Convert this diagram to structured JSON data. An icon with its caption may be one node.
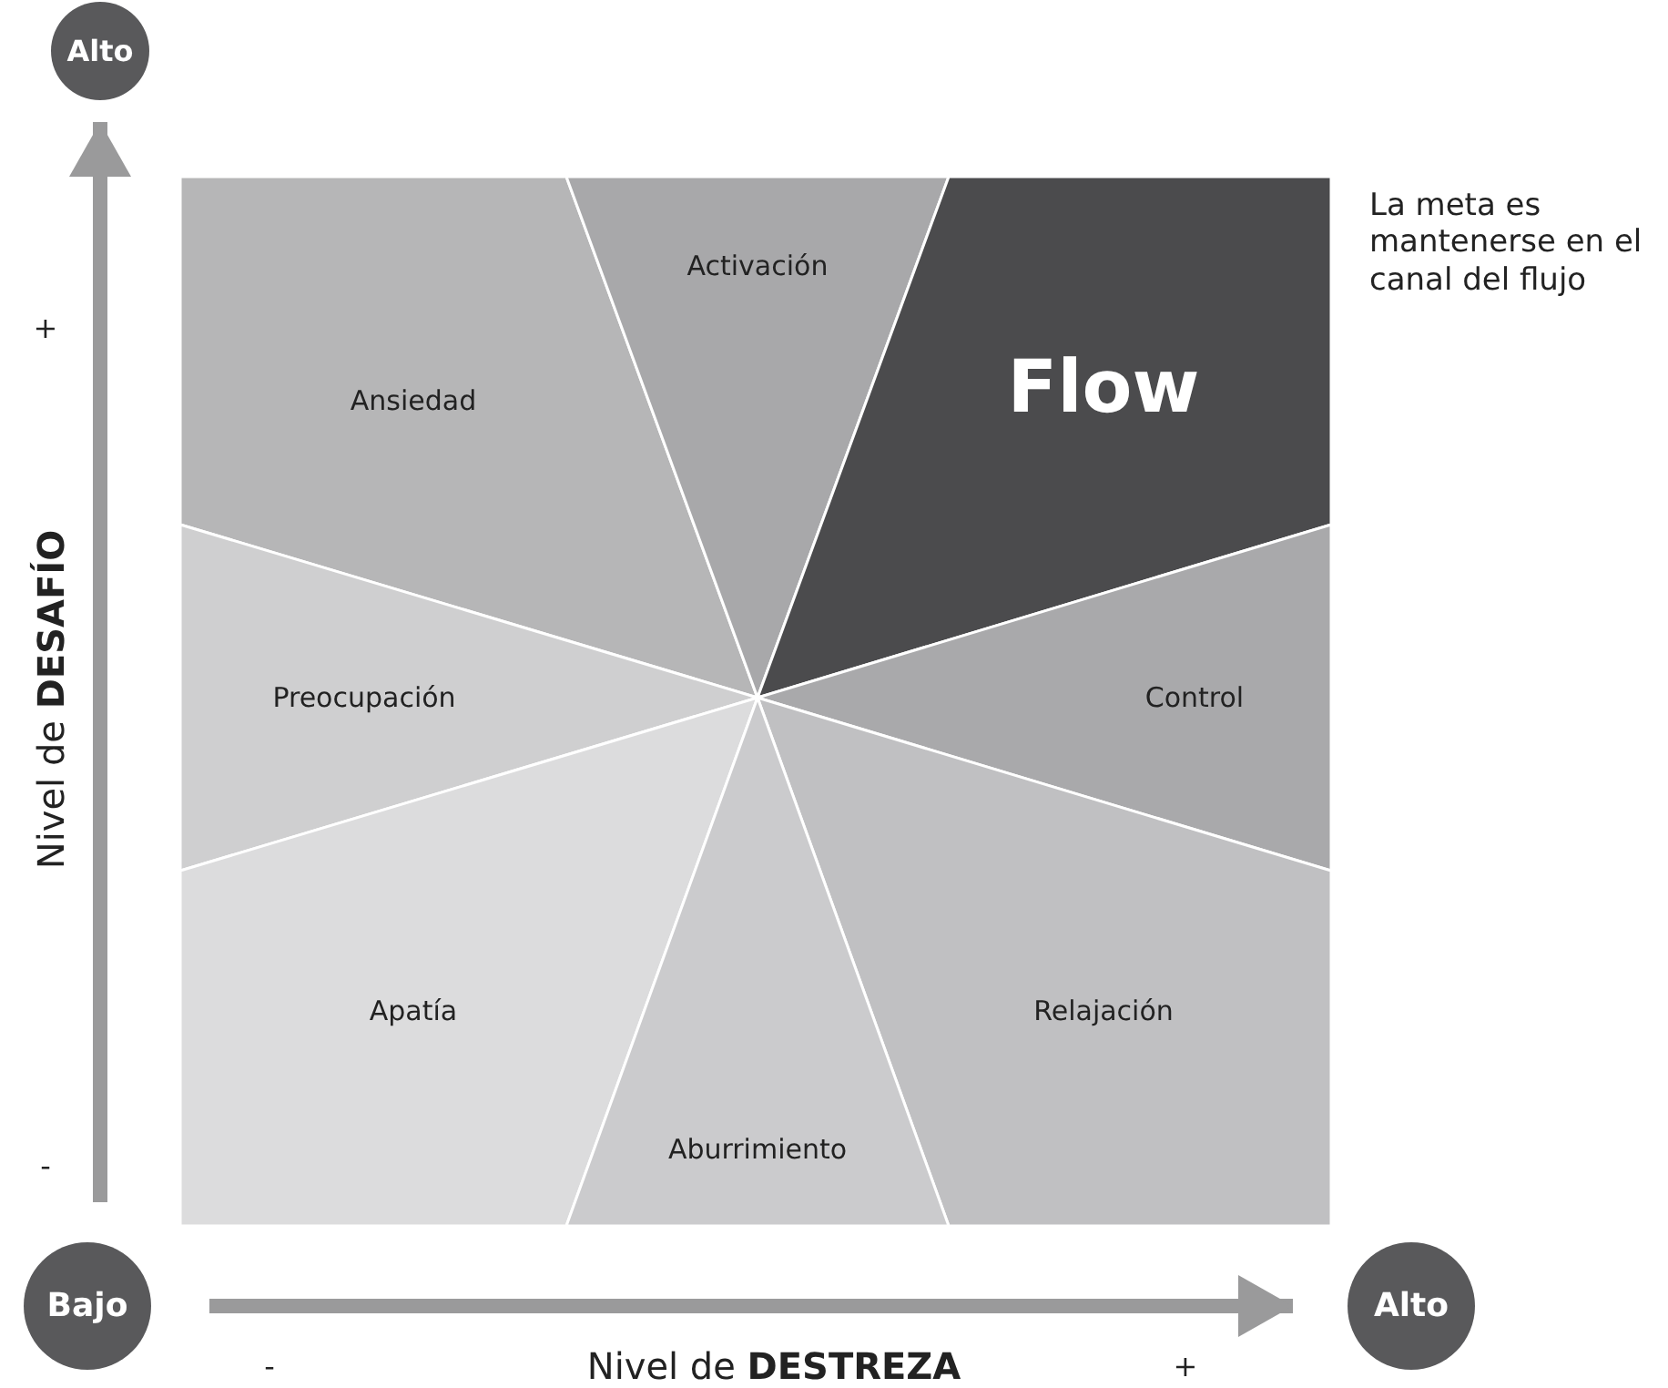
{
  "diagram": {
    "nodes": [
      {
        "text": [
          "Alto"
        ]
      },
      {
        "text": [
          "Ansiedad"
        ]
      },
      {
        "text": [
          "Activación"
        ]
      },
      {
        "text": [
          "Flow"
        ]
      },
      {
        "text": [
          "Preocupación"
        ]
      },
      {
        "text": [
          "Control"
        ]
      },
      {
        "text": [
          "Apatía"
        ]
      },
      {
        "text": [
          "Relajación"
        ]
      },
      {
        "text": [
          "Aburrimiento"
        ]
      },
      {
        "text": [
          "Bajo"
        ]
      },
      {
        "text": [
          "Alto"
        ]
      }
    ],
    "edges": [
      {
        "from": 9,
        "to": 0,
        "arrow": "to"
      },
      {
        "from": 9,
        "to": 10,
        "arrow": "to"
      }
    ],
    "labels": [
      "La meta es mantenerse en el canal del flujo",
      "+",
      "Nivel de **DESAFÍO**",
      "-",
      "-",
      "Nivel de **DESTREZA**",
      "+"
    ]
  }
}
